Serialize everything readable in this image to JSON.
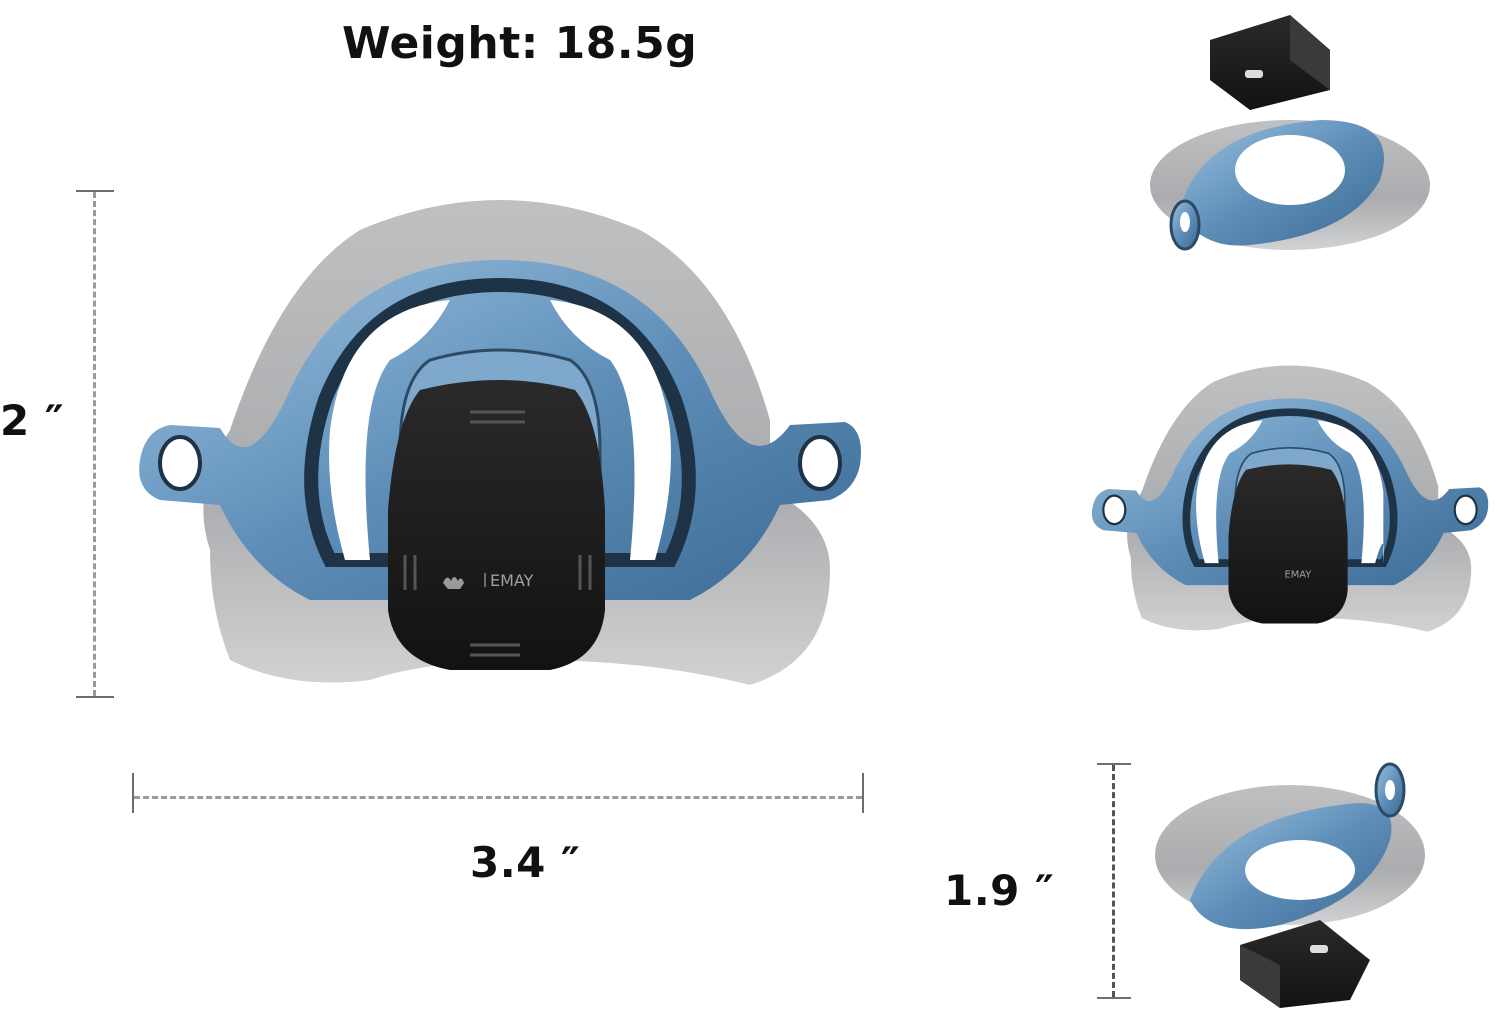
{
  "title": "Weight: 18.5g",
  "dimensions": {
    "height": "2 ″",
    "width": "3.4 ″",
    "depth": "1.9 ″"
  },
  "brand": {
    "logo_text": "EMAY",
    "logo_icon": "hands-icon"
  },
  "views": [
    {
      "name": "front-view",
      "position": "main-left"
    },
    {
      "name": "top-angled-view",
      "position": "top-right"
    },
    {
      "name": "front-view-small",
      "position": "middle-right"
    },
    {
      "name": "bottom-angled-view",
      "position": "bottom-right"
    }
  ],
  "colors": {
    "frame_blue": "#6f9ec6",
    "frame_dark": "#2c4a63",
    "shell_gray": "#a8a9ab",
    "device_black": "#1c1c1c",
    "dimension_line": "#9a9a9a",
    "text": "#111111"
  }
}
